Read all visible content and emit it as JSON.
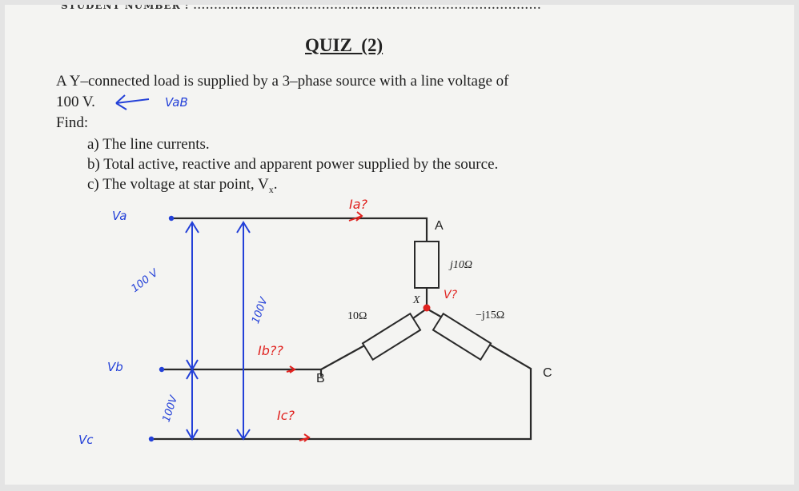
{
  "header": {
    "student_number": "STUDENT NUMBER : ....................................................................................",
    "title": "QUIZ  (2)"
  },
  "problem": {
    "line1": "A Y–connected load is supplied by a 3–phase source with a line voltage of",
    "line2": "100 V.",
    "find": "Find:",
    "items": [
      {
        "letter": "a)",
        "text": "The line currents."
      },
      {
        "letter": "b)",
        "text": "Total active, reactive and apparent power supplied by the source."
      },
      {
        "letter": "c)",
        "text": "The voltage at star point, V"
      }
    ],
    "vx_sub": "x",
    "vx_suffix": "."
  },
  "circuit": {
    "node_a": "A",
    "node_b": "B",
    "node_c": "C",
    "node_x": "X",
    "z_a": "j10Ω",
    "z_b": "10Ω",
    "z_c": "−j15Ω"
  },
  "annotations": {
    "vab": "VaB",
    "va": "Va",
    "vb": "Vb",
    "vc": "Vc",
    "v100_1": "100 V",
    "v100_2": "100V",
    "v100_3": "100V",
    "ia": "Ia?",
    "ib": "Ib??",
    "ic": "Ic?",
    "vq": "V?"
  },
  "colors": {
    "pen_blue": "#2340d8",
    "pen_red": "#e0221f",
    "ink": "#222222"
  }
}
